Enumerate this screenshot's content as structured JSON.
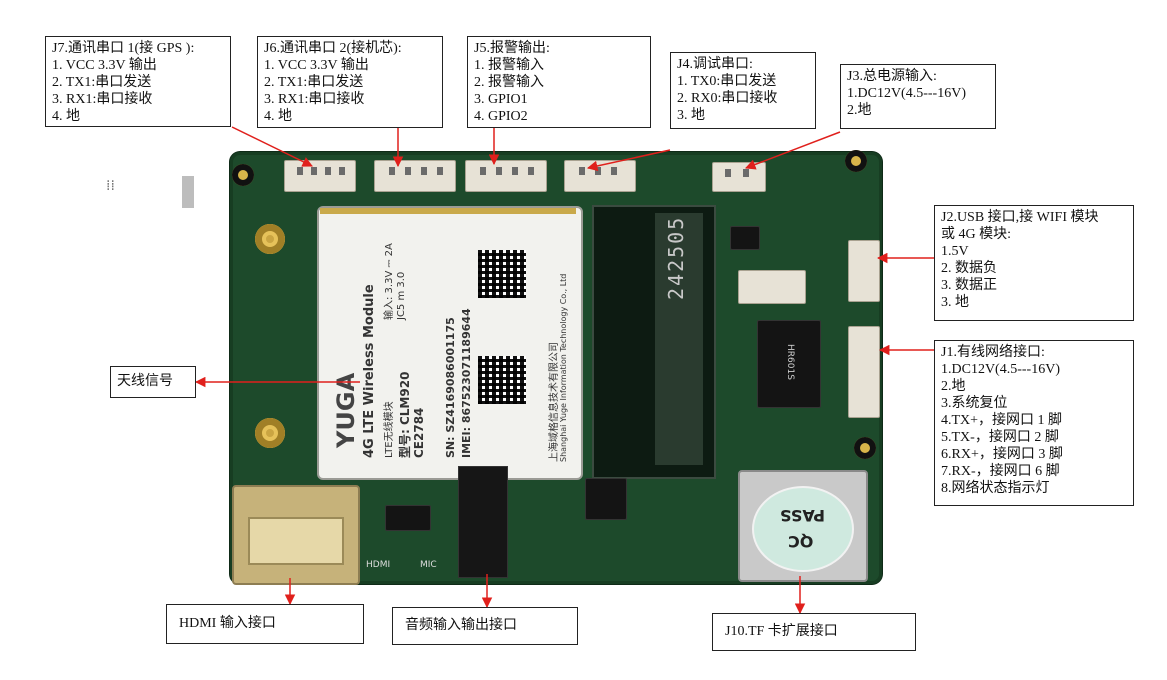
{
  "labels": {
    "j7": [
      "J7.通讯串口 1(接 GPS ):",
      "1. VCC 3.3V 输出",
      "2. TX1:串口发送",
      "3. RX1:串口接收",
      "4.  地"
    ],
    "j6": [
      "J6.通讯串口 2(接机芯):",
      "1. VCC 3.3V 输出",
      "2. TX1:串口发送",
      "3. RX1:串口接收",
      "4.  地"
    ],
    "j5": [
      "J5.报警输出:",
      "1.  报警输入",
      "2.  报警输入",
      "3. GPIO1",
      "4. GPIO2"
    ],
    "j4": [
      "J4.调试串口:",
      "1. TX0:串口发送",
      "2. RX0:串口接收",
      "3.  地"
    ],
    "j3": [
      "J3.总电源输入:",
      "1.DC12V(4.5---16V)",
      "2.地"
    ],
    "j2": [
      "J2.USB 接口,接 WIFI 模块",
      "或 4G 模块:",
      "1.5V",
      "2.  数据负",
      "3.  数据正",
      "3.  地"
    ],
    "j1": [
      "J1.有线网络接口:",
      "1.DC12V(4.5---16V)",
      "2.地",
      "3.系统复位",
      "4.TX+，接网口 1 脚",
      "5.TX-，接网口 2 脚",
      "6.RX+，接网口 3 脚",
      "7.RX-，接网口 6 脚",
      "8.网络状态指示灯"
    ],
    "antenna": "天线信号",
    "hdmi": "HDMI 输入接口",
    "audio": "音频输入输出接口",
    "j10": "J10.TF 卡扩展接口"
  },
  "board": {
    "module_brand": "YUGA",
    "module_title": "4G LTE Wireless Module",
    "module_sub": "LTE无线模块",
    "module_input": "输入: 3.3V ⎓ 2A",
    "module_model": "型号: CLM920",
    "module_jc": "JC5 m 3.0",
    "module_ce": "CE2784",
    "module_sn": "SN:  SZ4169086001175",
    "module_imei": "IMEI: 867523071189644",
    "module_company_cn": "上海域格信息技术有限公司",
    "module_company_en": "Shanghai Yuge Information Technology Co., Ltd",
    "slot_number": "242505",
    "qc_text_1": "QC",
    "qc_text_2": "PASS",
    "silk_hdmi": "HDMI",
    "silk_mic": "MIC",
    "chip_text": "HR601S"
  },
  "colors": {
    "pcb": "#1d4a2b",
    "arrow": "#e0201c",
    "gold": "#d8b54a"
  }
}
